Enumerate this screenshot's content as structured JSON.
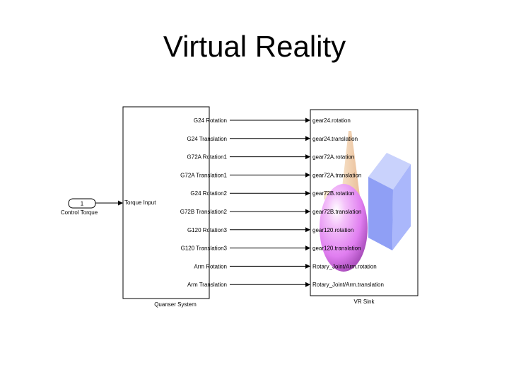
{
  "slide": {
    "title": "Virtual Reality"
  },
  "diagram": {
    "constant_block": {
      "value": "1",
      "label": "Control Torque"
    },
    "quanser_block": {
      "name": "Quanser System",
      "input_port": "Torque Input",
      "output_ports": [
        "G24 Rotation",
        "G24 Translation",
        "G72A Rotation1",
        "G72A Translation1",
        "G24 Rotation2",
        "G72B Translation2",
        "G120 Rotation3",
        "G120 Translation3",
        "Arm Rotation",
        "Arm Translation"
      ]
    },
    "vr_sink": {
      "name": "VR Sink",
      "input_ports": [
        "gear24.rotation",
        "gear24.translation",
        "gear72A.rotation",
        "gear72A.translation",
        "gear72B.rotation",
        "gear72B.translation",
        "gear120.rotation",
        "gear120.translation",
        "Rotary_Joint/Arm.rotation",
        "Rotary_Joint/Arm.translation"
      ]
    },
    "colors": {
      "ellipsoid": "#e07ef0",
      "box": "#9aaaf8",
      "cone": "#f3cfa6"
    }
  }
}
